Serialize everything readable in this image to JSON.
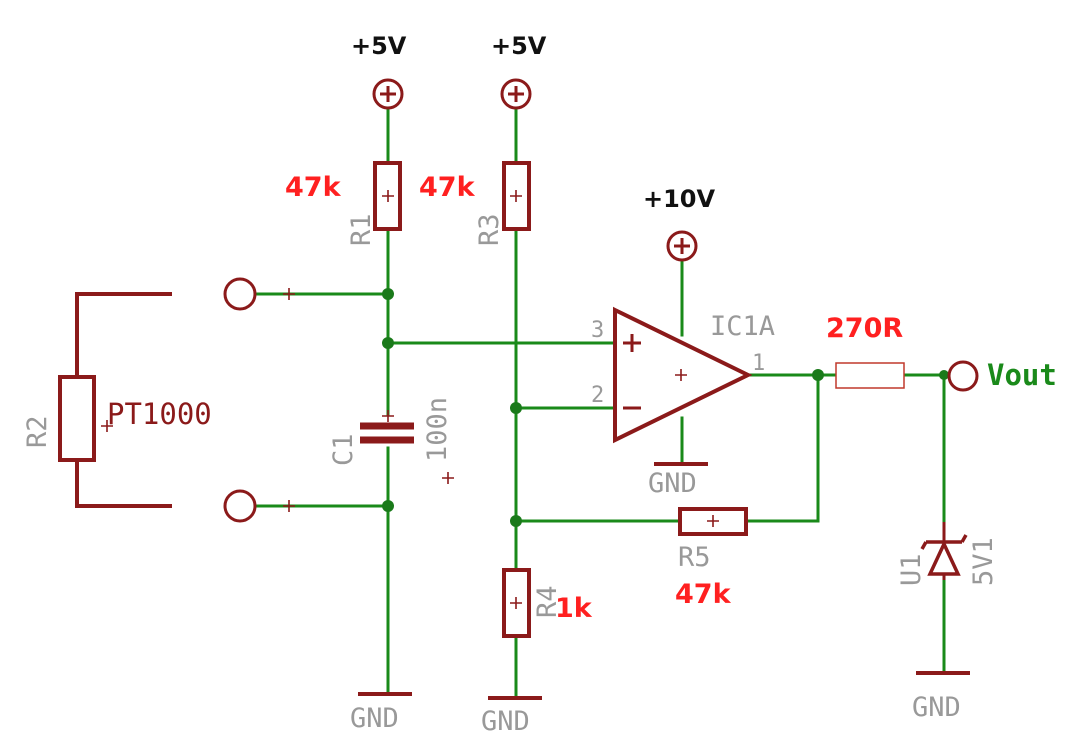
{
  "colors": {
    "wire": "#1a8a1a",
    "part": "#8b1a1a",
    "junction": "#1a7a1a",
    "value": "#ff2020",
    "supply_text": "#111111",
    "label_gray": "#999999"
  },
  "supplies": {
    "r1_supply": "+5V",
    "r3_supply": "+5V",
    "opamp_supply": "+10V"
  },
  "grounds": {
    "left": "GND",
    "r4": "GND",
    "opamp": "GND",
    "zener": "GND"
  },
  "components": {
    "r1": {
      "name": "R1",
      "value": "47k"
    },
    "r3": {
      "name": "R3",
      "value": "47k"
    },
    "r4": {
      "name": "R4",
      "value": "1k"
    },
    "r5": {
      "name": "R5",
      "value": "47k"
    },
    "r_out": {
      "value": "270R"
    },
    "r2": {
      "name": "R2",
      "value": "PT1000"
    },
    "c1": {
      "name": "C1",
      "value": "100n"
    },
    "ic1": {
      "name": "IC1A",
      "pin_plus": "3",
      "pin_minus": "2",
      "pin_out": "1"
    },
    "u1": {
      "name": "U1",
      "value": "5V1"
    }
  },
  "output": {
    "label": "Vout"
  }
}
